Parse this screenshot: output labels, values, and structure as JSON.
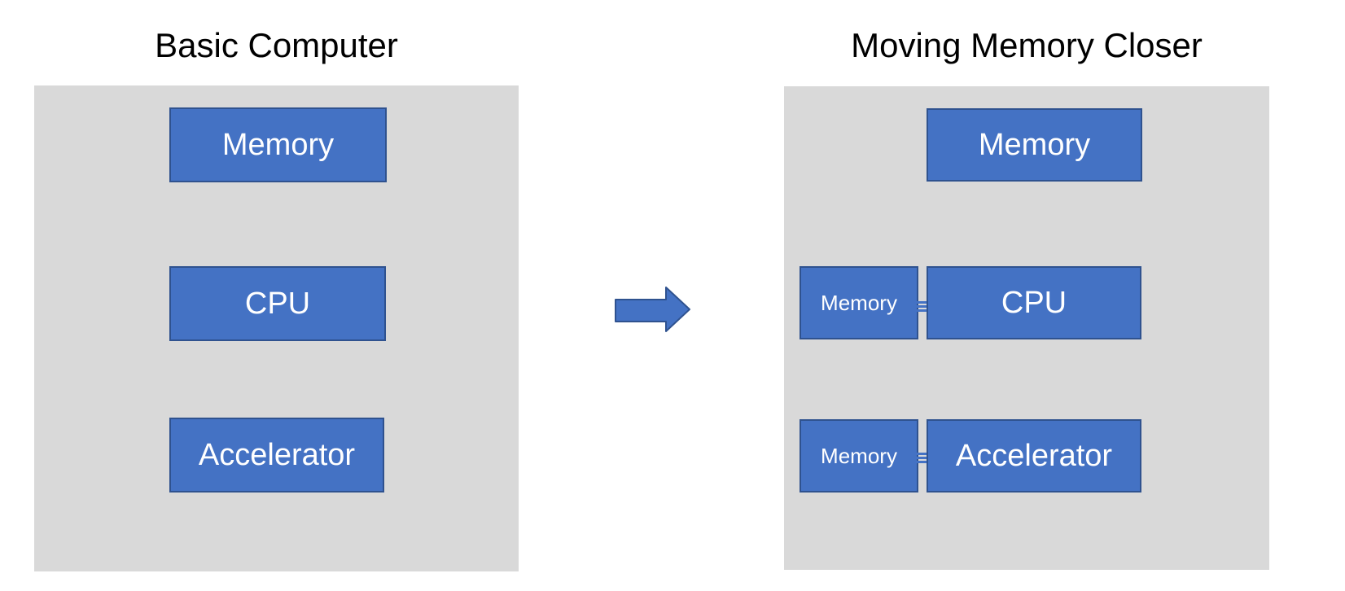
{
  "colors": {
    "box_fill": "#4472C4",
    "box_border": "#2F528F",
    "panel_bg": "#D9D9D9",
    "box_text": "#FFFFFF",
    "title_text": "#000000"
  },
  "left_panel": {
    "title": "Basic Computer",
    "boxes": [
      {
        "label": "Memory"
      },
      {
        "label": "CPU"
      },
      {
        "label": "Accelerator"
      }
    ]
  },
  "arrow": {
    "icon": "right-block-arrow"
  },
  "right_panel": {
    "title": "Moving Memory Closer",
    "top_box": {
      "label": "Memory"
    },
    "rows": [
      {
        "memory_label": "Memory",
        "unit_label": "CPU",
        "connector_icon": "bus-link-icon"
      },
      {
        "memory_label": "Memory",
        "unit_label": "Accelerator",
        "connector_icon": "bus-link-icon"
      }
    ]
  }
}
